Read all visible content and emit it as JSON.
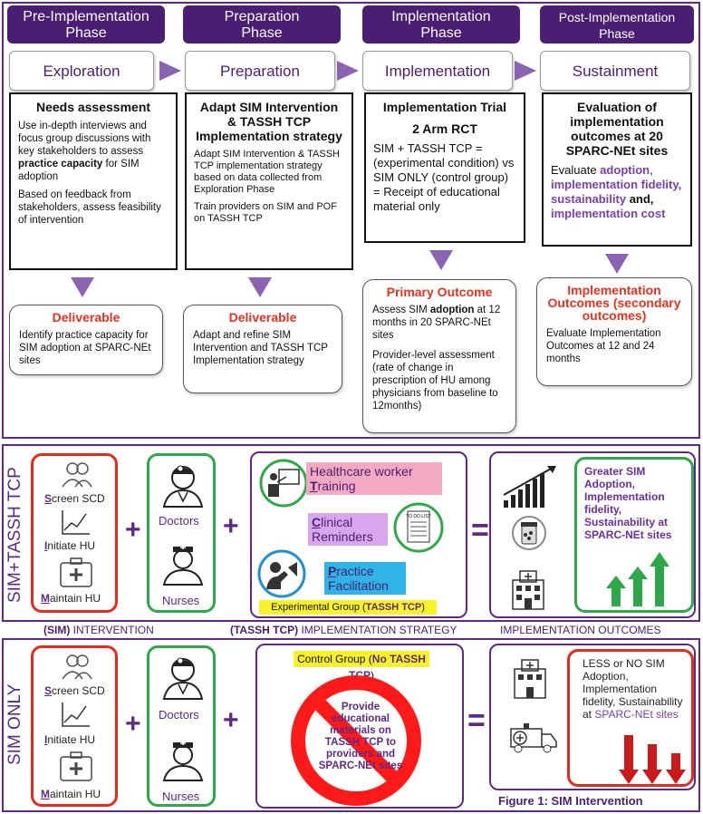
{
  "phases": [
    {
      "line1": "Pre-Implementation",
      "line2": "Phase"
    },
    {
      "line1": "Preparation",
      "line2": "Phase"
    },
    {
      "line1": "Implementation",
      "line2": "Phase"
    },
    {
      "line1": "Post-Implementation",
      "line2": "Phase"
    }
  ],
  "stages": [
    "Exploration",
    "Preparation",
    "Implementation",
    "Sustainment"
  ],
  "col1": {
    "title": "Needs assessment",
    "p1_a": "Use in-depth interviews and focus group discussions with key stakeholders to assess ",
    "p1_b": "practice capacity",
    "p1_c": " for SIM adoption",
    "p2": "Based on feedback from stakeholders, assess feasibility of intervention"
  },
  "col2": {
    "title": "Adapt SIM Intervention & TASSH TCP Implementation strategy",
    "p1": "Adapt SIM Intervention & TASSH TCP implementation strategy based on data collected from Exploration Phase",
    "p2": "Train providers on SIM and POF on TASSH TCP"
  },
  "col3": {
    "title1": "Implementation Trial",
    "title2": "2 Arm RCT",
    "body": "SIM + TASSH TCP = (experimental condition) vs SIM ONLY (control group) = Receipt of educational material only"
  },
  "col4": {
    "title": "Evaluation of implementation outcomes at 20 SPARC-NEt sites",
    "t1": "Evaluate ",
    "t2": "adoption",
    "t3": ", ",
    "t4": "implementation fidelity, sustainability",
    "t5": " and, ",
    "t6": "implementation cost"
  },
  "deliv1": {
    "title": "Deliverable",
    "body": "Identify practice capacity for SIM adoption at SPARC-NEt sites"
  },
  "deliv2": {
    "title": "Deliverable",
    "body": "Adapt and refine SIM Intervention and TASSH TCP Implementation strategy"
  },
  "primary": {
    "title": "Primary Outcome",
    "p1a": "Assess SIM ",
    "p1b": "adoption",
    "p1c": " at 12 months in 20 SPARC-NEt sites",
    "p2": "Provider-level assessment (rate of change in prescription of HU among physicians from baseline to 12months)"
  },
  "implOutcomes": {
    "title": "Implementation Outcomes (secondary outcomes)",
    "body": "Evaluate Implementation Outcomes at 12 and  24 months"
  },
  "sim_tassh": {
    "side": "SIM+TASSH TCP",
    "screen": "creen SCD",
    "screen_s": "S",
    "initiate": "nitiate HU",
    "initiate_s": "I",
    "maintain": "aintain HU",
    "maintain_s": "M",
    "doctors": "Doctors",
    "nurses": "Nurses",
    "hw1": "Healthcare worker",
    "hw2_t": "T",
    "hw2": "raining",
    "cr1_c": "C",
    "cr1": "linical",
    "cr2": "Reminders",
    "pf1_p": "P",
    "pf1": "ractice",
    "pf2": "Facilitation",
    "todo": "TO DO LIST",
    "exp_a": "Experimental Group (",
    "exp_b": "TASSH TCP",
    "exp_c": ")",
    "outcome": "Greater SIM Adoption, Implementation fidelity, Sustainability at SPARC-NEt sites"
  },
  "labels": {
    "sim": "(SIM)",
    "intervention": " INTERVENTION",
    "tassh": "(TASSH TCP)",
    "strategy": " IMPLEMENTATION STRATEGY",
    "outcomes": "IMPLEMENTATION OUTCOMES"
  },
  "sim_only": {
    "side": "SIM ONLY",
    "control_a": "Control Group (",
    "control_b": "No TASSH TCP",
    "control_c": ")",
    "provide": "Provide educational materials on TASSH TCP to providers and SPARC-NEt sites",
    "less1": "LESS or NO SIM Adoption, Implementation fidelity, Sustainability at ",
    "less2": "SPARC-NEt sites",
    "caption": "Figure 1: SIM Intervention"
  },
  "colors": {
    "purple": "#4a1e73",
    "red": "#e8321e",
    "green": "#2fa84a",
    "accent": "#7a3fb0"
  }
}
